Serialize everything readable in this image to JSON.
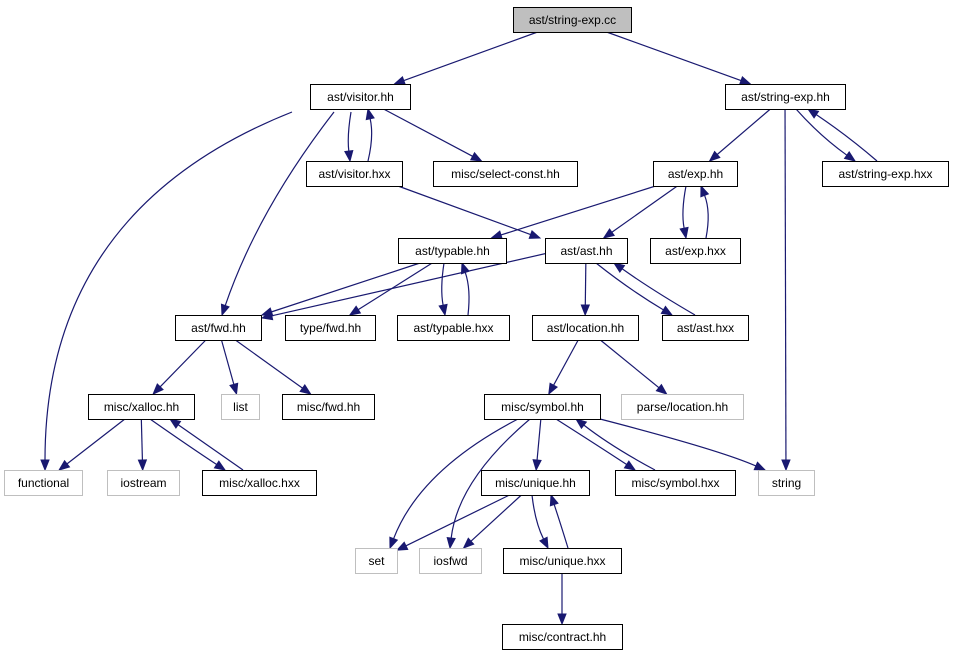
{
  "colors": {
    "edge": "#191970",
    "root_fill": "#bfbfbf",
    "node_fill": "#ffffff",
    "node_border": "#000000",
    "external_border": "#bfbfbf",
    "text": "#000000"
  },
  "nodes": [
    {
      "id": "string-exp-cc",
      "label": "ast/string-exp.cc",
      "kind": "root"
    },
    {
      "id": "visitor-hh",
      "label": "ast/visitor.hh",
      "kind": "file"
    },
    {
      "id": "string-exp-hh",
      "label": "ast/string-exp.hh",
      "kind": "file"
    },
    {
      "id": "visitor-hxx",
      "label": "ast/visitor.hxx",
      "kind": "file"
    },
    {
      "id": "select-const-hh",
      "label": "misc/select-const.hh",
      "kind": "file"
    },
    {
      "id": "exp-hh",
      "label": "ast/exp.hh",
      "kind": "file"
    },
    {
      "id": "string-exp-hxx",
      "label": "ast/string-exp.hxx",
      "kind": "file"
    },
    {
      "id": "typable-hh",
      "label": "ast/typable.hh",
      "kind": "file"
    },
    {
      "id": "ast-hh",
      "label": "ast/ast.hh",
      "kind": "file"
    },
    {
      "id": "exp-hxx",
      "label": "ast/exp.hxx",
      "kind": "file"
    },
    {
      "id": "fwd-hh",
      "label": "ast/fwd.hh",
      "kind": "file"
    },
    {
      "id": "type-fwd-hh",
      "label": "type/fwd.hh",
      "kind": "file"
    },
    {
      "id": "typable-hxx",
      "label": "ast/typable.hxx",
      "kind": "file"
    },
    {
      "id": "location-hh",
      "label": "ast/location.hh",
      "kind": "file"
    },
    {
      "id": "ast-hxx",
      "label": "ast/ast.hxx",
      "kind": "file"
    },
    {
      "id": "xalloc-hh",
      "label": "misc/xalloc.hh",
      "kind": "file"
    },
    {
      "id": "list",
      "label": "list",
      "kind": "external"
    },
    {
      "id": "misc-fwd-hh",
      "label": "misc/fwd.hh",
      "kind": "file"
    },
    {
      "id": "symbol-hh",
      "label": "misc/symbol.hh",
      "kind": "file"
    },
    {
      "id": "parse-location-hh",
      "label": "parse/location.hh",
      "kind": "external"
    },
    {
      "id": "functional",
      "label": "functional",
      "kind": "external"
    },
    {
      "id": "iostream",
      "label": "iostream",
      "kind": "external"
    },
    {
      "id": "xalloc-hxx",
      "label": "misc/xalloc.hxx",
      "kind": "file"
    },
    {
      "id": "unique-hh",
      "label": "misc/unique.hh",
      "kind": "file"
    },
    {
      "id": "symbol-hxx",
      "label": "misc/symbol.hxx",
      "kind": "file"
    },
    {
      "id": "string",
      "label": "string",
      "kind": "external"
    },
    {
      "id": "set",
      "label": "set",
      "kind": "external"
    },
    {
      "id": "iosfwd",
      "label": "iosfwd",
      "kind": "external"
    },
    {
      "id": "unique-hxx",
      "label": "misc/unique.hxx",
      "kind": "file"
    },
    {
      "id": "contract-hh",
      "label": "misc/contract.hh",
      "kind": "file"
    }
  ],
  "edges": [
    {
      "from": "string-exp-cc",
      "to": "visitor-hh"
    },
    {
      "from": "string-exp-cc",
      "to": "string-exp-hh"
    },
    {
      "from": "visitor-hh",
      "to": "visitor-hxx"
    },
    {
      "from": "visitor-hxx",
      "to": "visitor-hh"
    },
    {
      "from": "visitor-hh",
      "to": "select-const-hh"
    },
    {
      "from": "visitor-hh",
      "to": "fwd-hh"
    },
    {
      "from": "visitor-hh",
      "to": "functional"
    },
    {
      "from": "visitor-hxx",
      "to": "ast-hh"
    },
    {
      "from": "string-exp-hh",
      "to": "exp-hh"
    },
    {
      "from": "string-exp-hh",
      "to": "string-exp-hxx"
    },
    {
      "from": "string-exp-hxx",
      "to": "string-exp-hh"
    },
    {
      "from": "string-exp-hh",
      "to": "string"
    },
    {
      "from": "exp-hh",
      "to": "typable-hh"
    },
    {
      "from": "exp-hh",
      "to": "ast-hh"
    },
    {
      "from": "exp-hh",
      "to": "exp-hxx"
    },
    {
      "from": "exp-hxx",
      "to": "exp-hh"
    },
    {
      "from": "typable-hh",
      "to": "fwd-hh"
    },
    {
      "from": "typable-hh",
      "to": "type-fwd-hh"
    },
    {
      "from": "typable-hh",
      "to": "typable-hxx"
    },
    {
      "from": "typable-hxx",
      "to": "typable-hh"
    },
    {
      "from": "ast-hh",
      "to": "fwd-hh"
    },
    {
      "from": "ast-hh",
      "to": "location-hh"
    },
    {
      "from": "ast-hh",
      "to": "ast-hxx"
    },
    {
      "from": "ast-hxx",
      "to": "ast-hh"
    },
    {
      "from": "fwd-hh",
      "to": "xalloc-hh"
    },
    {
      "from": "fwd-hh",
      "to": "list"
    },
    {
      "from": "fwd-hh",
      "to": "misc-fwd-hh"
    },
    {
      "from": "location-hh",
      "to": "symbol-hh"
    },
    {
      "from": "location-hh",
      "to": "parse-location-hh"
    },
    {
      "from": "xalloc-hh",
      "to": "functional"
    },
    {
      "from": "xalloc-hh",
      "to": "iostream"
    },
    {
      "from": "xalloc-hh",
      "to": "xalloc-hxx"
    },
    {
      "from": "xalloc-hxx",
      "to": "xalloc-hh"
    },
    {
      "from": "symbol-hh",
      "to": "set"
    },
    {
      "from": "symbol-hh",
      "to": "iosfwd"
    },
    {
      "from": "symbol-hh",
      "to": "unique-hh"
    },
    {
      "from": "symbol-hh",
      "to": "symbol-hxx"
    },
    {
      "from": "symbol-hxx",
      "to": "symbol-hh"
    },
    {
      "from": "symbol-hh",
      "to": "string"
    },
    {
      "from": "unique-hh",
      "to": "set"
    },
    {
      "from": "unique-hh",
      "to": "iosfwd"
    },
    {
      "from": "unique-hh",
      "to": "unique-hxx"
    },
    {
      "from": "unique-hxx",
      "to": "unique-hh"
    },
    {
      "from": "unique-hxx",
      "to": "contract-hh"
    }
  ]
}
